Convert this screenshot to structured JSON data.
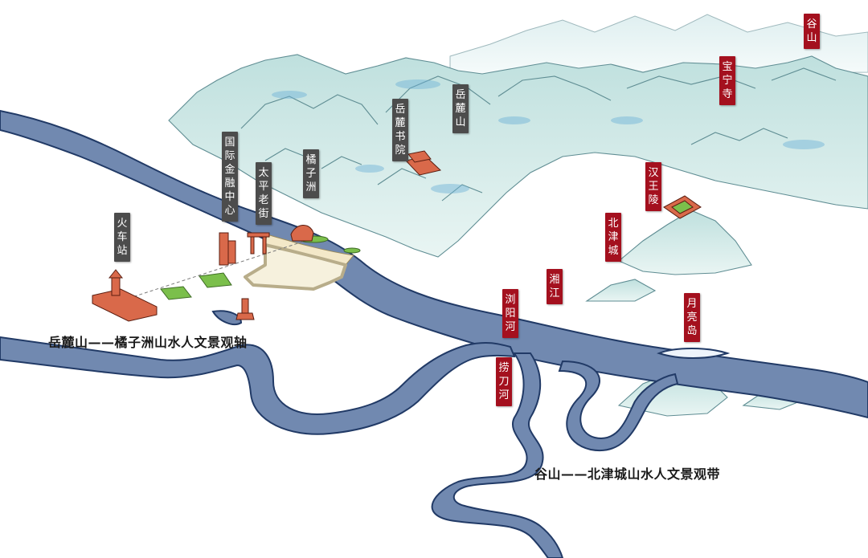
{
  "labels": {
    "gushan": "谷山",
    "baoning_temple": "宝宁寺",
    "yuelu_mountain": "岳麓山",
    "yuelu_academy": "岳麓书院",
    "han_king_tomb": "汉王陵",
    "beijin_city": "北津城",
    "intl_finance_center": "国际金融中心",
    "taiping_street": "太平老街",
    "orange_isle": "橘子洲",
    "train_station": "火车站",
    "xiang_river": "湘江",
    "liuyang_river": "浏阳河",
    "laodao_river": "捞刀河",
    "moon_island": "月亮岛"
  },
  "axes": {
    "south_axis": "岳麓山——橘子洲山水人文景观轴",
    "north_belt": "谷山——北津城山水人文景观带"
  },
  "colors": {
    "red_label": "#a4101e",
    "gray_label": "#4c4c4c",
    "river": "#6f86ad",
    "mountain": "#7fb8b4",
    "building": "#d9694a"
  }
}
